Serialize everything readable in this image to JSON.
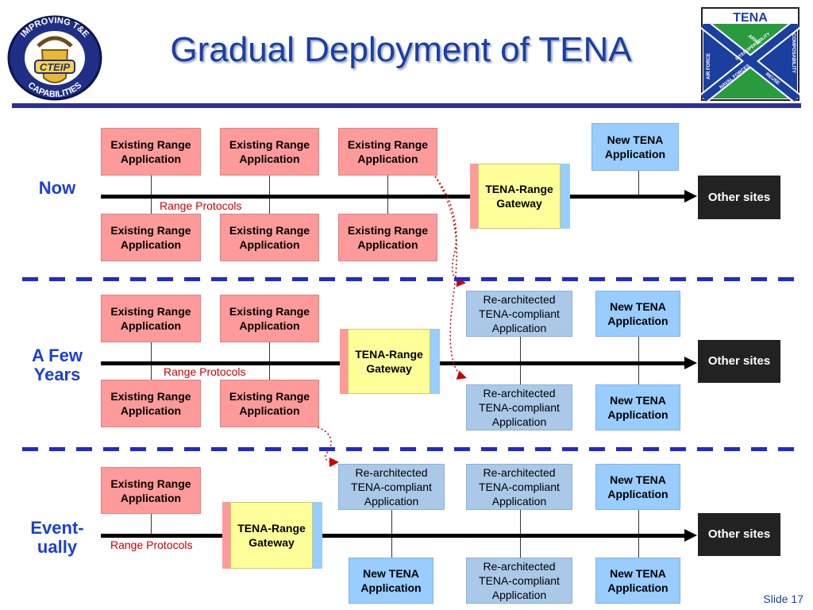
{
  "title": "Gradual Deployment of TENA",
  "logos": {
    "left": {
      "ring_top": "IMPROVING T&E",
      "ring_bottom": "CAPABILITIES",
      "center": "CTEIP"
    },
    "right": {
      "title": "TENA",
      "words": [
        "ARMY",
        "INTEROPERABILITY",
        "COMPOSABILITY",
        "AIR FORCE",
        "NAVAL FORCES",
        "REUSE"
      ]
    }
  },
  "rows": {
    "now": {
      "label": "Now",
      "protocols": "Range Protocols",
      "existing_top": [
        "Existing Range Application",
        "Existing Range Application",
        "Existing Range Application"
      ],
      "existing_bottom": [
        "Existing Range Application",
        "Existing Range Application",
        "Existing Range Application"
      ],
      "gateway": "TENA-Range Gateway",
      "new_app": "New TENA Application",
      "other": "Other sites"
    },
    "few_years": {
      "label": "A Few Years",
      "protocols": "Range Protocols",
      "existing_top": [
        "Existing Range Application",
        "Existing Range Application"
      ],
      "existing_bottom": [
        "Existing Range Application",
        "Existing Range Application"
      ],
      "gateway": "TENA-Range Gateway",
      "rearch_top": "Re-architected TENA-compliant Application",
      "rearch_bottom": "Re-architected TENA-compliant Application",
      "new_top": "New TENA Application",
      "new_bottom": "New TENA Application",
      "other": "Other sites"
    },
    "eventually": {
      "label": "Event-ually",
      "protocols": "Range Protocols",
      "existing_top": "Existing Range Application",
      "gateway": "TENA-Range Gateway",
      "rearch_top": [
        "Re-architected TENA-compliant Application",
        "Re-architected TENA-compliant Application"
      ],
      "rearch_bottom": "Re-architected TENA-compliant Application",
      "new_top": "New TENA Application",
      "new_bottom": [
        "New TENA Application",
        "New TENA Application"
      ],
      "other": "Other sites"
    }
  },
  "slide_number": "Slide 17"
}
